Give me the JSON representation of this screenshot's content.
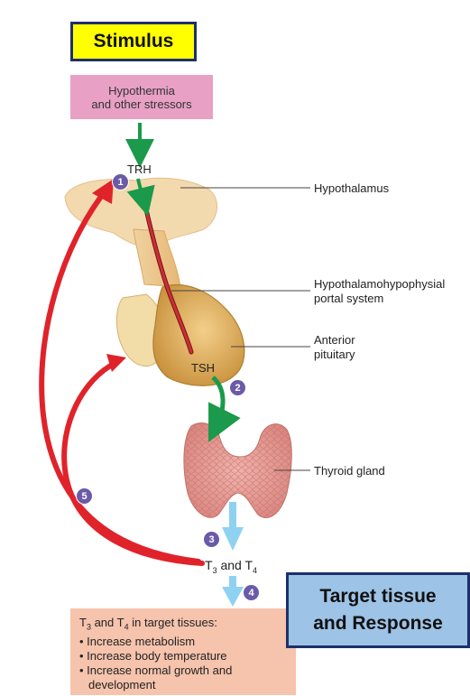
{
  "stimulus": "Stimulus",
  "stressor": {
    "line1": "Hypothermia",
    "line2": "and other stressors"
  },
  "hormones": {
    "trh": "TRH",
    "tsh": "TSH",
    "t3_t4": {
      "t": "T",
      "sub3": "3",
      "and": " and T",
      "sub4": "4"
    }
  },
  "structures": {
    "hypothalamus": "Hypothalamus",
    "portal_line1": "Hypothalamohypophysial",
    "portal_line2": "portal system",
    "pituitary_line1": "Anterior",
    "pituitary_line2": "pituitary",
    "thyroid": "Thyroid gland"
  },
  "steps": [
    "1",
    "2",
    "3",
    "4",
    "5"
  ],
  "target": {
    "heading_t": "T",
    "heading_sub3": "3",
    "heading_and": " and T",
    "heading_sub4": "4",
    "heading_rest": " in target tissues:",
    "items": [
      "Increase metabolism",
      "Increase body temperature",
      "Increase normal growth and",
      "development"
    ]
  },
  "response_box": {
    "line1": "Target tissue",
    "line2": "and Response"
  },
  "colors": {
    "stimulus_bg": "#ffff00",
    "stressor_bg": "#e8a0c4",
    "target_bg": "#f6c3ad",
    "response_bg": "#9dc3e6",
    "feedback": "#e0232b",
    "stimulate": "#1a9a4a",
    "hormone_flow": "#8fd1f0",
    "step_badge": "#6b5aa8"
  }
}
